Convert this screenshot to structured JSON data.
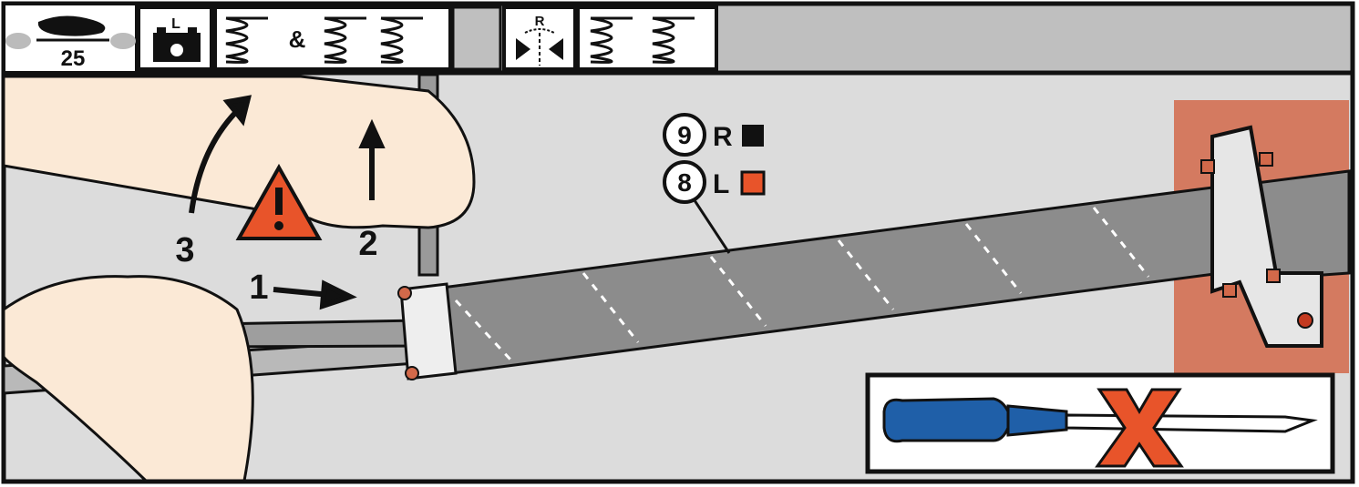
{
  "header": {
    "cycles": "25",
    "battery_label": "L",
    "ampersand": "&",
    "direction_label": "R"
  },
  "steps": {
    "step1": "1",
    "step2": "2",
    "step3": "3"
  },
  "springs": {
    "right": {
      "number": "9",
      "side": "R",
      "color": "#111111"
    },
    "left": {
      "number": "8",
      "side": "L",
      "color": "#e8542a"
    }
  },
  "colors": {
    "warning": "#e8542a",
    "background": "#dcdcdc",
    "skin": "#fbe9d6",
    "bracket_wall": "#d2694a",
    "screwdriver": "#1f5fa8",
    "forbidden_x": "#e8542a"
  },
  "icons": [
    "glove-icon",
    "battery-drill-icon",
    "springs-icon",
    "direction-icon",
    "warning-icon",
    "screwdriver-icon",
    "forbidden-x-icon"
  ]
}
